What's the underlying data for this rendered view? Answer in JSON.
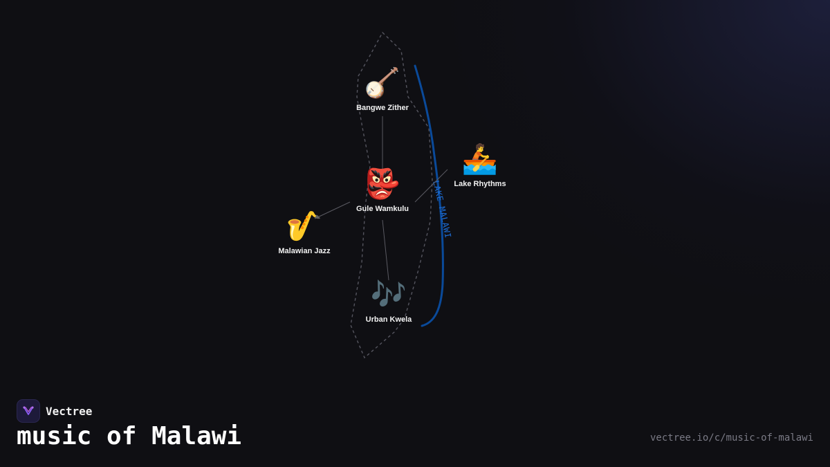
{
  "map": {
    "lake_label": "LAKE MALAWI",
    "colors": {
      "lake": "#0a4a9a",
      "lake_text": "#1e6fd9",
      "border": "#55555f",
      "edge": "#5a5a62"
    }
  },
  "nodes": [
    {
      "id": "bangwe",
      "label": "Bangwe Zither",
      "icon": "banjo-icon",
      "glyph": "🪕"
    },
    {
      "id": "gule",
      "label": "Gule Wamkulu",
      "icon": "goblin-mask-icon",
      "glyph": "👺"
    },
    {
      "id": "lake",
      "label": "Lake Rhythms",
      "icon": "rowboat-icon",
      "glyph": "🚣"
    },
    {
      "id": "jazz",
      "label": "Malawian Jazz",
      "icon": "saxophone-icon",
      "glyph": "🎷"
    },
    {
      "id": "kwela",
      "label": "Urban Kwela",
      "icon": "music-notes-icon",
      "glyph": "🎶"
    }
  ],
  "edges": [
    {
      "from": "bangwe",
      "to": "gule"
    },
    {
      "from": "gule",
      "to": "lake"
    },
    {
      "from": "gule",
      "to": "jazz"
    },
    {
      "from": "gule",
      "to": "kwela"
    }
  ],
  "footer": {
    "brand": "Vectree",
    "brand_icon": "vectree-logo-icon",
    "title": "music of Malawi",
    "url": "vectree.io/c/music-of-malawi"
  }
}
